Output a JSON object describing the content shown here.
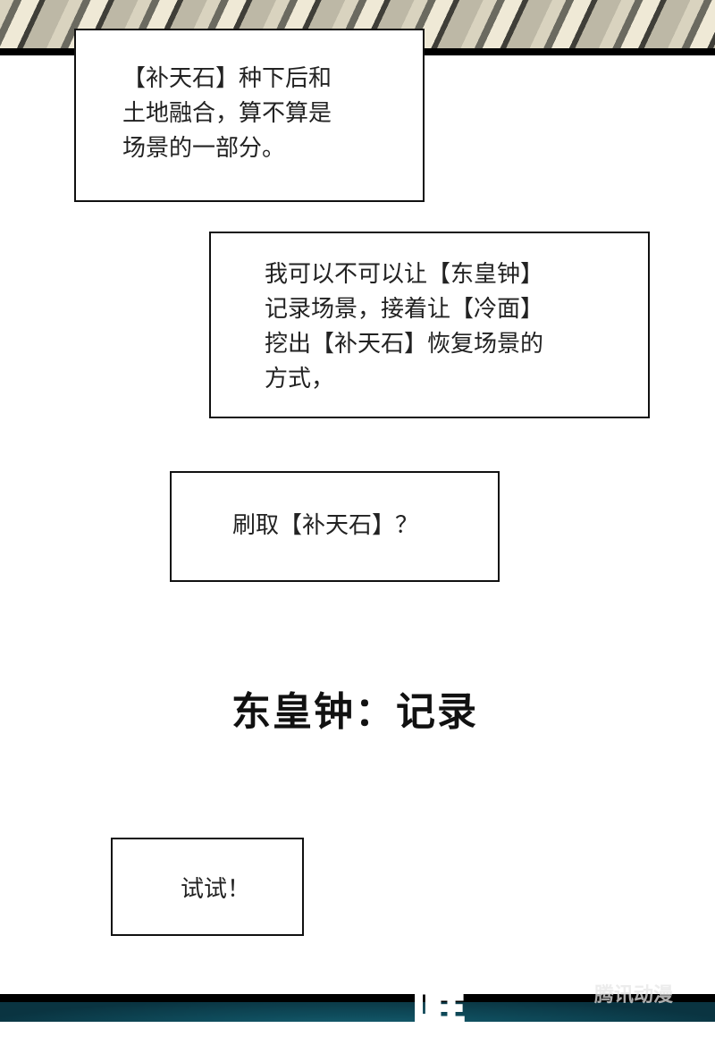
{
  "panels": {
    "bubble1": {
      "lines": [
        "【补天石】种下后和",
        "土地融合，算不算是",
        "场景的一部分。"
      ]
    },
    "bubble2": {
      "lines": [
        "我可以不可以让【东皇钟】",
        "记录场景，接着让【冷面】",
        "挖出【补天石】恢复场景的",
        "方式，"
      ]
    },
    "bubble3": {
      "lines": [
        "刷取【补天石】？"
      ]
    },
    "sfx": "东皇钟：记录",
    "bubble4": {
      "lines": [
        "试试！"
      ]
    },
    "bottom_sfx": "哐",
    "watermark": "腾讯动漫"
  }
}
